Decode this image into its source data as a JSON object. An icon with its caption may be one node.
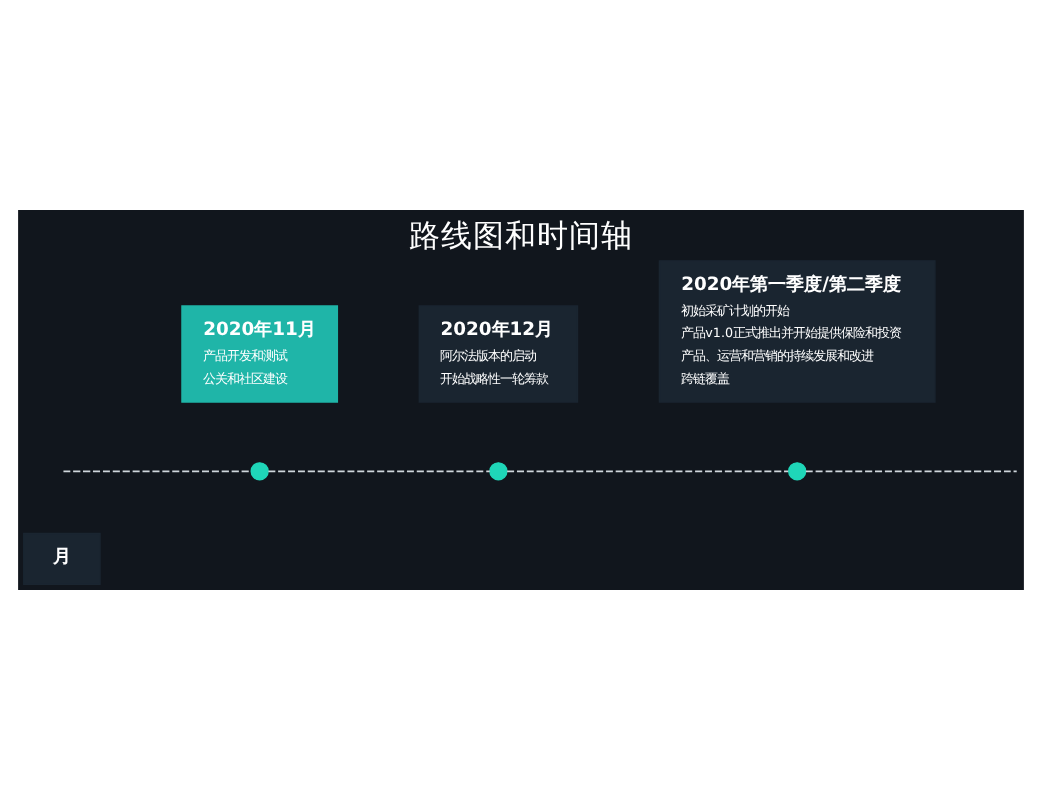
{
  "diagram": {
    "title": "路线图和时间轴",
    "nodes": [
      {
        "text": [
          "月"
        ]
      },
      {
        "text": [],
        "shape": "circle"
      },
      {
        "text": [
          "2020年11月",
          "产品开发和测试",
          "公关和社区建设"
        ]
      },
      {
        "text": [],
        "shape": "circle"
      },
      {
        "text": [
          "2020年12月",
          "阿尔法版本的启动",
          "开始战略性一轮筹款"
        ]
      },
      {
        "text": [],
        "shape": "circle"
      },
      {
        "text": [
          "2020年第一季度/第二季度",
          "初始采矿计划的开始",
          "产品v1.0正式推出并开始提供保险和投资",
          "产品、运营和营销的持续发展和改进",
          "跨链覆盖"
        ]
      }
    ],
    "edges": [
      {
        "from": null,
        "to": 1,
        "arrow": "none",
        "style": "dashed"
      },
      {
        "from": 1,
        "to": 3,
        "arrow": "none",
        "style": "dashed"
      },
      {
        "from": 3,
        "to": 5,
        "arrow": "none",
        "style": "dashed"
      },
      {
        "from": 5,
        "to": null,
        "arrow": "none",
        "style": "dashed"
      }
    ]
  }
}
